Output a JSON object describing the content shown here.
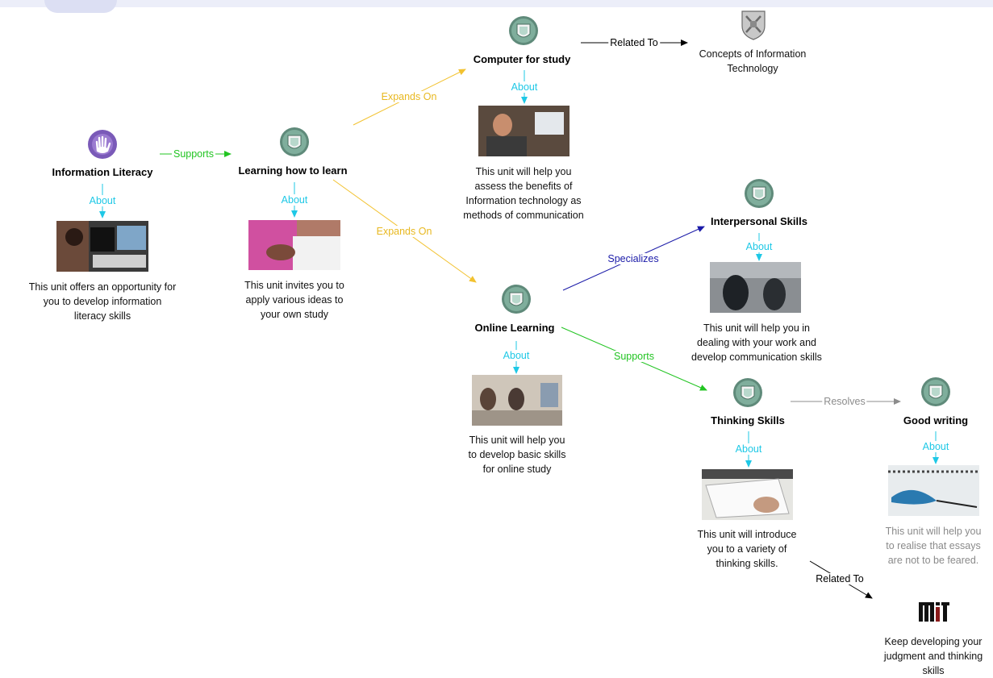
{
  "nodes": {
    "information_literacy": {
      "title": "Information Literacy",
      "about": "About",
      "desc": [
        "This unit offers an opportunity for",
        "you to  develop information",
        "literacy skills"
      ]
    },
    "learning_how_to_learn": {
      "title": "Learning how  to learn",
      "about": "About",
      "desc": [
        "This unit invites you to",
        "apply various ideas to",
        "your own study"
      ]
    },
    "computer_for_study": {
      "title": "Computer  for study",
      "about": "About",
      "desc": [
        "This unit will help you",
        "assess the benefits of",
        "Information technology as",
        "methods of communication"
      ]
    },
    "concepts_it": {
      "desc": [
        "Concepts of Information",
        "Technology"
      ]
    },
    "interpersonal_skills": {
      "title": "Interpersonal Skills",
      "about": "About",
      "desc": [
        "This unit will help you in",
        "dealing with your work and",
        "develop communication skills"
      ]
    },
    "online_learning": {
      "title": "Online Learning",
      "about": "About",
      "desc": [
        "This unit will help you",
        "to develop basic skills",
        "for online study"
      ]
    },
    "thinking_skills": {
      "title": "Thinking Skills",
      "about": "About",
      "desc": [
        "This unit will introduce",
        "you to a variety of",
        "thinking skills."
      ]
    },
    "good_writing": {
      "title": "Good writing",
      "about": "About",
      "desc": [
        "This unit will help you",
        "to realise that essays",
        "are not to be feared."
      ]
    },
    "mit": {
      "logo": "MIT",
      "desc": [
        "Keep developing your",
        "judgment and thinking",
        "skills"
      ]
    }
  },
  "edges": {
    "supports_1": "Supports",
    "expands_on_1": "Expands On",
    "expands_on_2": "Expands On",
    "related_to_1": "Related To",
    "specializes": "Specializes",
    "supports_2": "Supports",
    "resolves": "Resolves",
    "related_to_2": "Related To"
  },
  "colors": {
    "about": "#1ec8e6",
    "supports": "#22c422",
    "expands": "#f2c230",
    "specializes": "#1a1aa8",
    "related": "#000000",
    "resolves": "#8c8c8c",
    "node_icon": "#5f8a7a",
    "literacy_icon": "#7a5ab8"
  },
  "icons": {
    "unit": "openlearn-circle-icon",
    "literacy": "hand-icon",
    "concepts": "university-crest-icon",
    "mit": "mit-logo-icon"
  }
}
